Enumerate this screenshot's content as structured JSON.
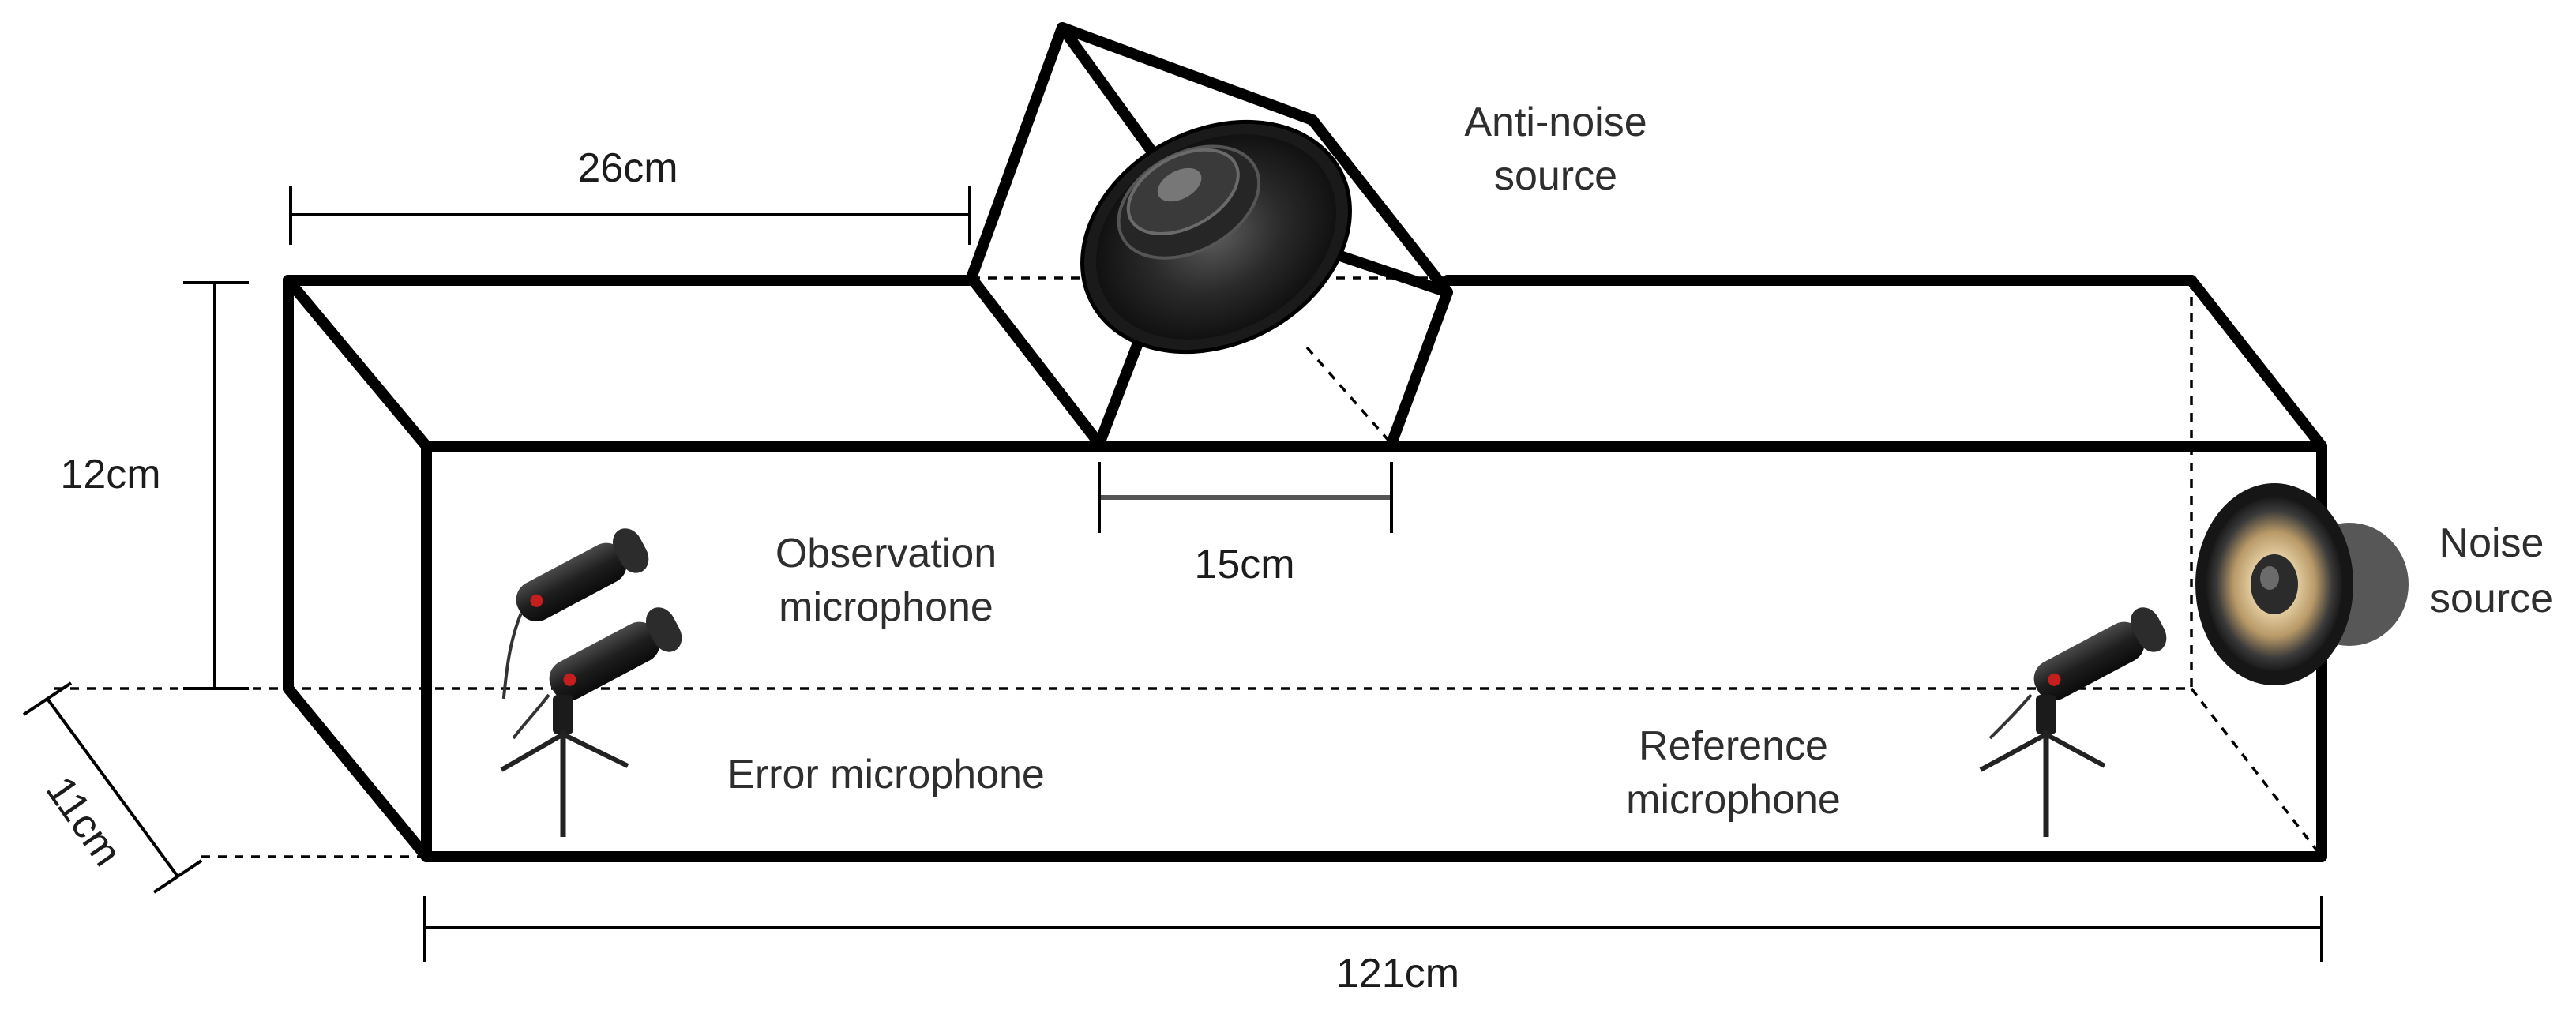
{
  "diagram": {
    "dimensions": {
      "top_offset": "26cm",
      "height": "12cm",
      "depth": "11cm",
      "side_width": "15cm",
      "length": "121cm"
    },
    "labels": {
      "anti_noise_line1": "Anti-noise",
      "anti_noise_line2": "source",
      "noise_line1": "Noise",
      "noise_line2": "source",
      "observation_line1": "Observation",
      "observation_line2": "microphone",
      "error_mic": "Error microphone",
      "reference_line1": "Reference",
      "reference_line2": "microphone"
    },
    "icons": [
      "loudspeaker-icon",
      "microphone-icon"
    ]
  }
}
